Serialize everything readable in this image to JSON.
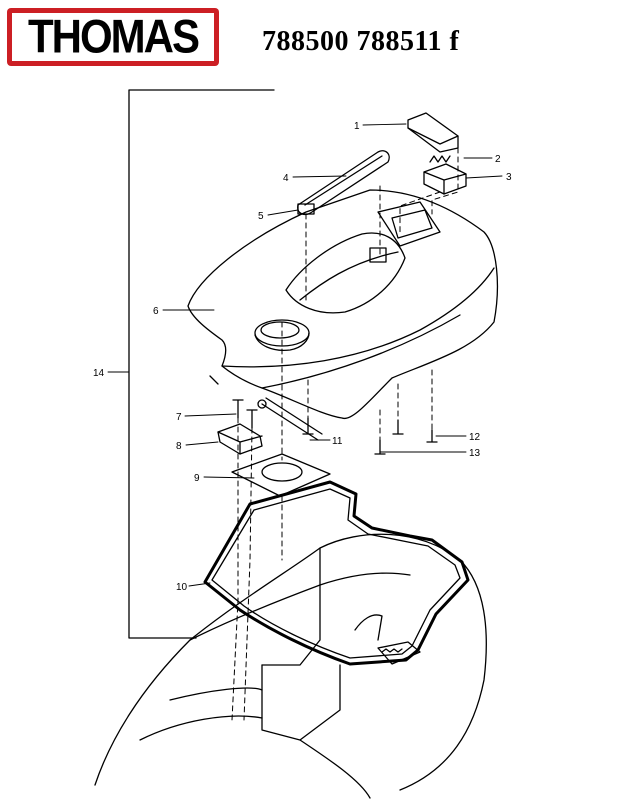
{
  "header": {
    "brand": "THOMAS",
    "model_numbers": "788500 788511 f"
  },
  "callouts": [
    "1",
    "2",
    "3",
    "4",
    "5",
    "6",
    "7",
    "8",
    "9",
    "10",
    "11",
    "12",
    "13",
    "14"
  ]
}
